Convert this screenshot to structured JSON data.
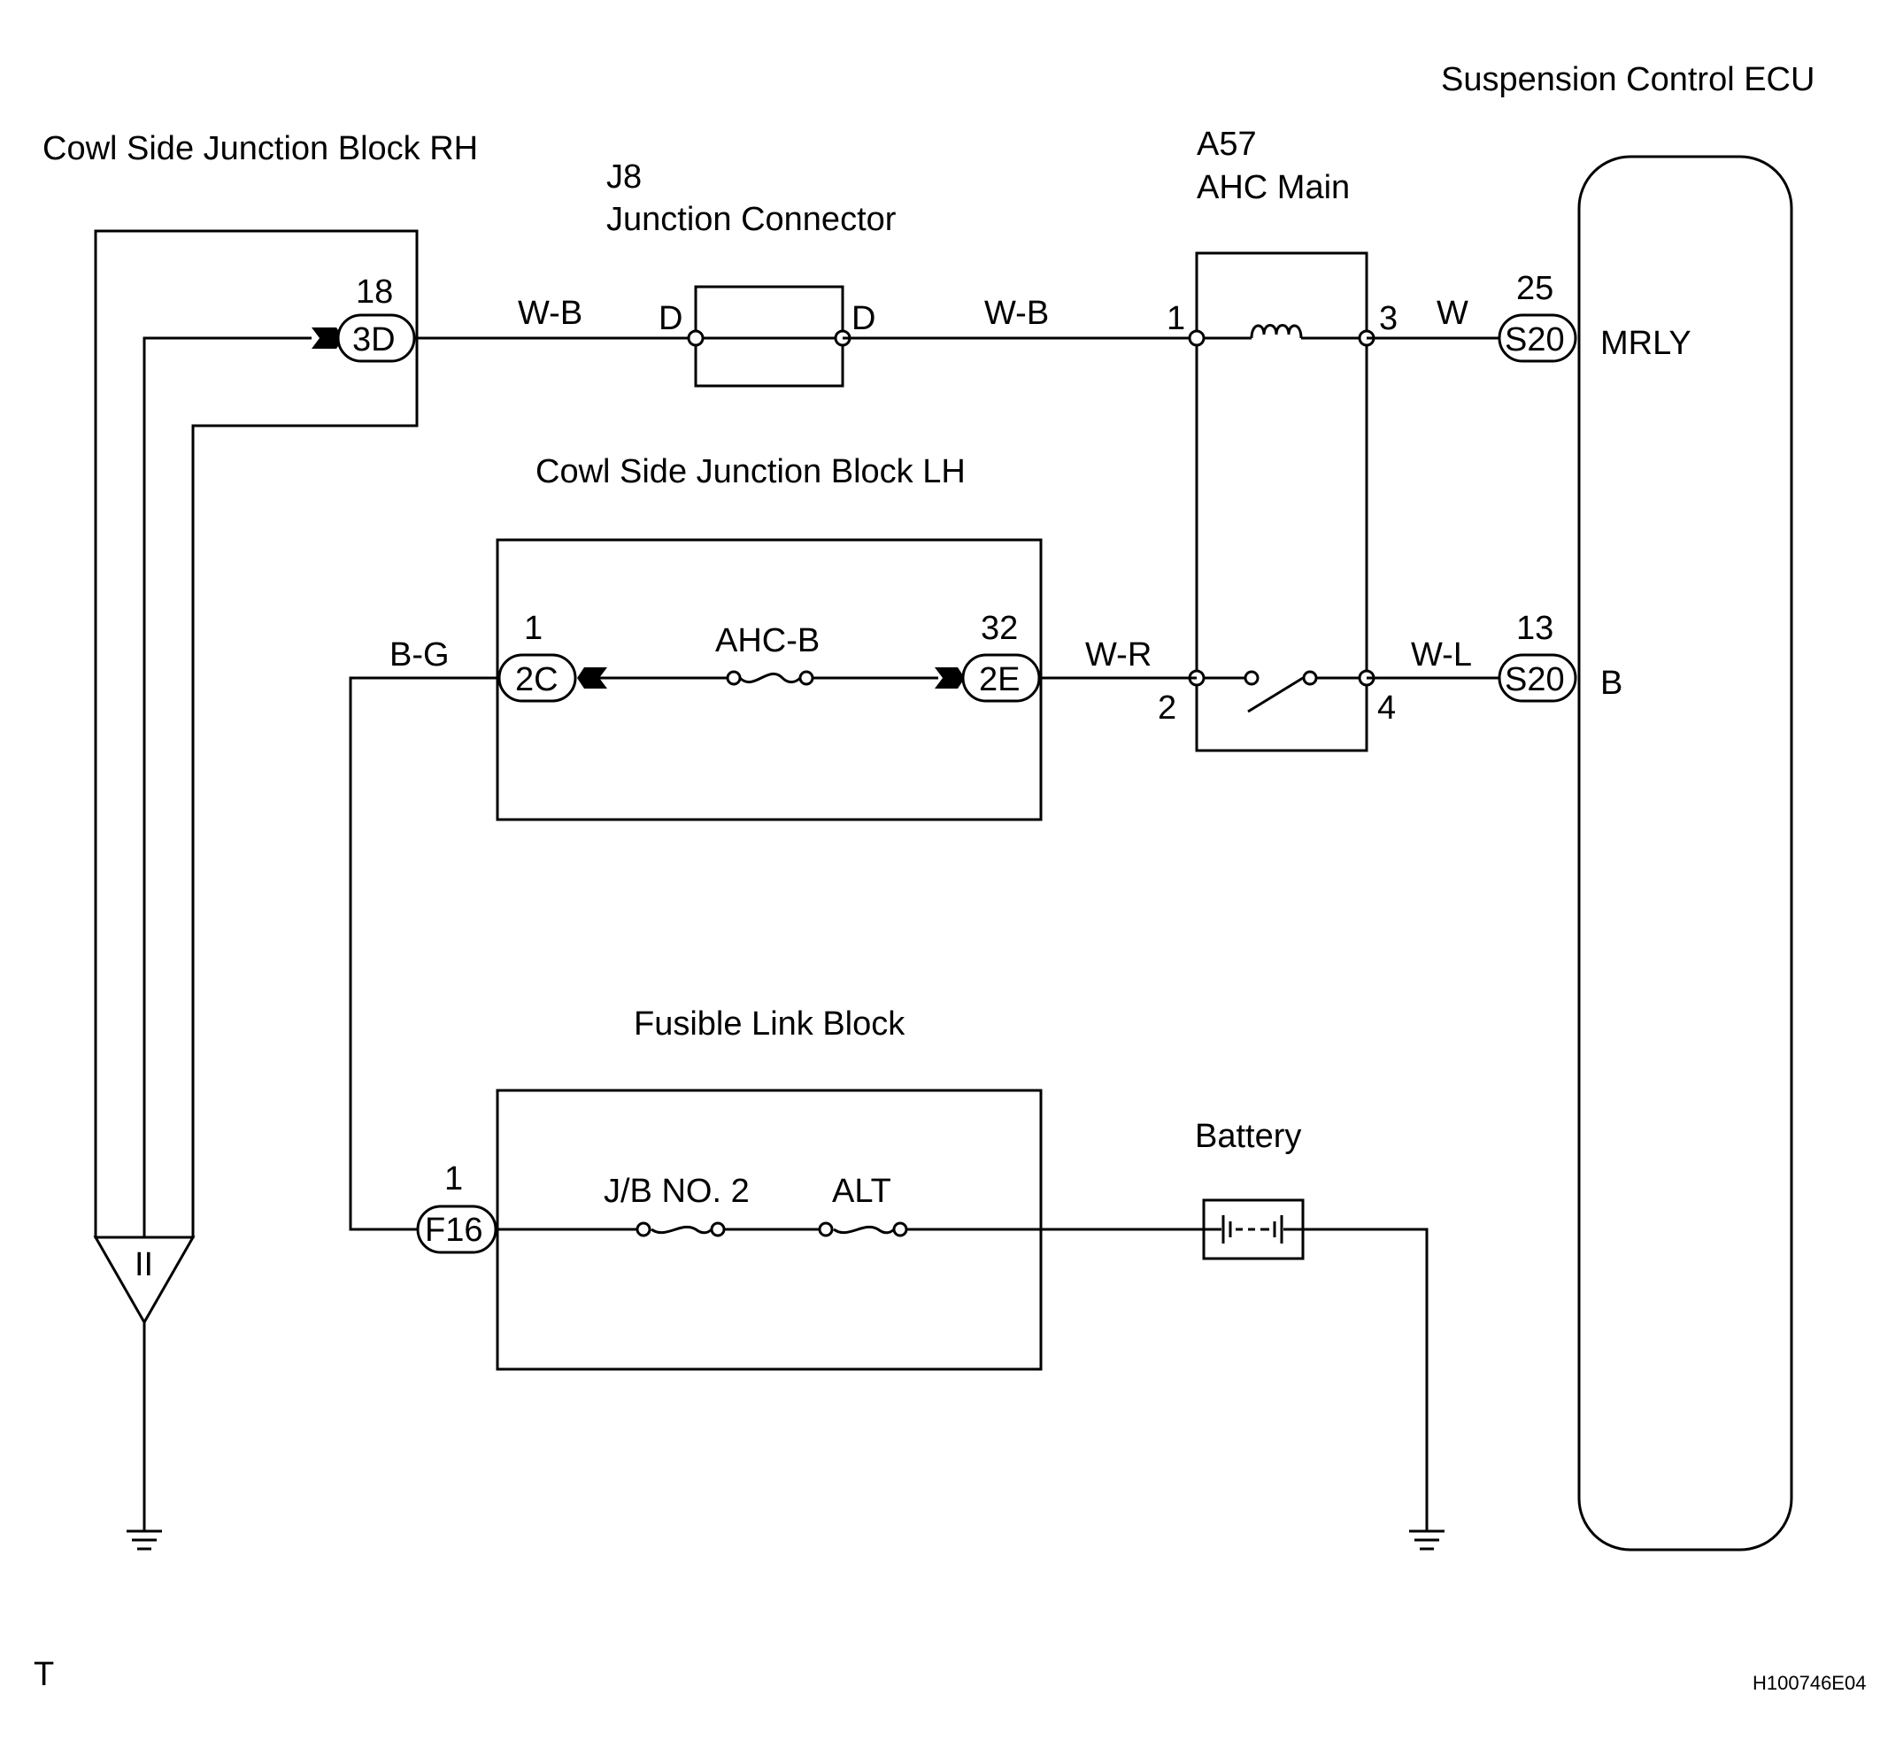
{
  "colors": {
    "line": "#000000",
    "background": "#ffffff"
  },
  "labels": {
    "ecu": "Suspension Control ECU",
    "jb_rh": "Cowl Side Junction Block RH",
    "j8_id": "J8",
    "j8_name": "Junction Connector",
    "relay_id": "A57",
    "relay_name": "AHC Main",
    "jb_lh": "Cowl Side Junction Block LH",
    "fl_block": "Fusible Link Block",
    "battery": "Battery",
    "corner": "T",
    "code": "H100746E04"
  },
  "wires": {
    "top_left": "W-B",
    "top_mid": "W-B",
    "mrly": "W",
    "bg": "B-G",
    "wr": "W-R",
    "wl": "W-L"
  },
  "connectors": {
    "c3d": {
      "pin": "18",
      "id": "3D"
    },
    "c2c": {
      "pin": "1",
      "id": "2C"
    },
    "c2e": {
      "pin": "32",
      "id": "2E"
    },
    "f16": {
      "pin": "1",
      "id": "F16"
    },
    "s20_top": {
      "pin": "25",
      "id": "S20"
    },
    "s20_bot": {
      "pin": "13",
      "id": "S20"
    }
  },
  "j8_pins": {
    "left": "D",
    "right": "D"
  },
  "relay_pins": {
    "p1": "1",
    "p2": "2",
    "p3": "3",
    "p4": "4"
  },
  "ecu_terminals": {
    "mrly": "MRLY",
    "b": "B"
  },
  "fuses": {
    "ahc_b": "AHC-B",
    "jb_no2": "J/B NO. 2",
    "alt": "ALT"
  },
  "ground_symbol_mark": "II"
}
